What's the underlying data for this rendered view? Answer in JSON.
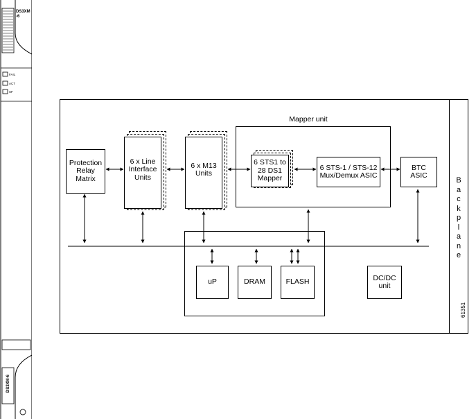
{
  "card": {
    "top_label": "DS3XM-6",
    "leds": [
      "FAIL",
      "ACT",
      "SF"
    ],
    "bottom_label": "DS3XM-6"
  },
  "diagram": {
    "protection_relay": "Protection\nRelay\nMatrix",
    "line_interface": "6 x Line\nInterface\nUnits",
    "m13_units": "6 x M13\nUnits",
    "mapper_unit_title": "Mapper unit",
    "sts1_mapper": "6 STS1 to\n28 DS1\nMapper",
    "mux_demux": "6 STS-1 / STS-12\nMux/Demux ASIC",
    "btc_asic": "BTC\nASIC",
    "backplane": "B\na\nc\nk\np\nl\na\nn\ne",
    "up": "uP",
    "dram": "DRAM",
    "flash": "FLASH",
    "dcdc": "DC/DC\nunit",
    "figure_id": "61351"
  }
}
